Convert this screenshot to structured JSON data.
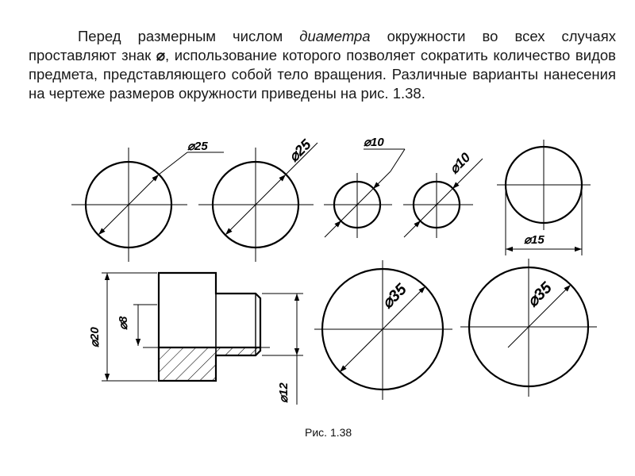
{
  "text": {
    "line1_before": "Перед размерным числом ",
    "line1_em": "диаметра",
    "line1_after": " окружности во всех случаях проставляют знак ",
    "symbol": "⌀",
    "rest": ", использование которого позволяет сократить количество видов предмета, представляющего собой тело вращения. Различные варианты нанесения на чертеже размеров окружности приведены на рис. 1.38."
  },
  "figure": {
    "dims": {
      "c1": "⌀25",
      "c2": "⌀25",
      "c3": "⌀10",
      "c4": "⌀10",
      "c5": "⌀15",
      "part_total": "⌀20",
      "part_hole": "⌀8",
      "part_step": "⌀12",
      "c6": "⌀35",
      "c7": "⌀35"
    },
    "caption": "Рис. 1.38"
  }
}
